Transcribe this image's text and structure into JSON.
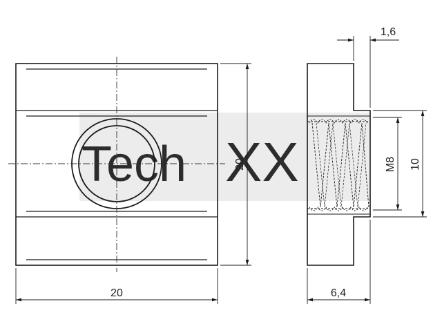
{
  "watermark": {
    "text_left": "Tech",
    "text_right": "XX",
    "color": "#dcdcdc"
  },
  "colors": {
    "line": "#1a1a1a",
    "center_line": "#333333",
    "paper": "#ffffff"
  },
  "views": {
    "front": {
      "name": "front-view"
    },
    "side": {
      "name": "side-view"
    }
  },
  "dimensions": {
    "front_width": "20",
    "front_height": "20",
    "side_width": "6,4",
    "flange_offset": "1,6",
    "thread": "M8",
    "thread_body_height": "10"
  }
}
